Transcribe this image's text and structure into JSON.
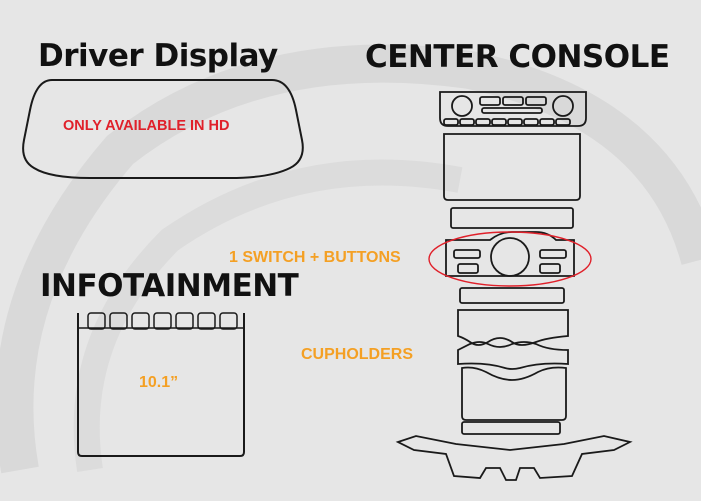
{
  "headings": {
    "driver_display": "Driver Display",
    "center_console": "CENTER CONSOLE",
    "infotainment": "INFOTAINMENT"
  },
  "notes": {
    "driver_display_note": "ONLY AVAILABLE IN HD",
    "switch_buttons": "1 SWITCH + BUTTONS",
    "cupholders": "CUPHOLDERS",
    "screen_size": "10.1”"
  },
  "colors": {
    "background": "#e6e6e6",
    "outline": "#1a1a1a",
    "accent_orange": "#f4a024",
    "accent_red": "#e0202a"
  }
}
